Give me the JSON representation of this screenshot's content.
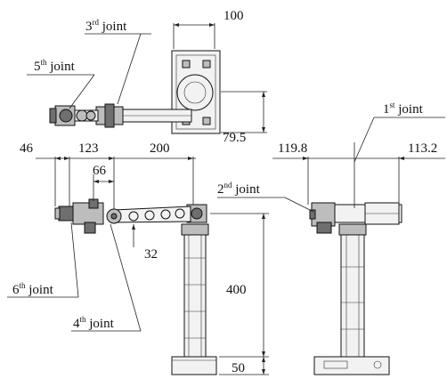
{
  "dimensions": {
    "d100": "100",
    "d79_5": "79.5",
    "d46": "46",
    "d123": "123",
    "d200": "200",
    "d66": "66",
    "d32": "32",
    "d400": "400",
    "d50": "50",
    "d119_8": "119.8",
    "d113_2": "113.2"
  },
  "joints": {
    "first": {
      "num": "1",
      "sup": "st",
      "word": " joint"
    },
    "second": {
      "num": "2",
      "sup": "nd",
      "word": " joint"
    },
    "third": {
      "num": "3",
      "sup": "rd",
      "word": " joint"
    },
    "fourth": {
      "num": "4",
      "sup": "th",
      "word": " joint"
    },
    "fifth": {
      "num": "5",
      "sup": "th",
      "word": " joint"
    },
    "sixth": {
      "num": "6",
      "sup": "th",
      "word": " joint"
    }
  }
}
